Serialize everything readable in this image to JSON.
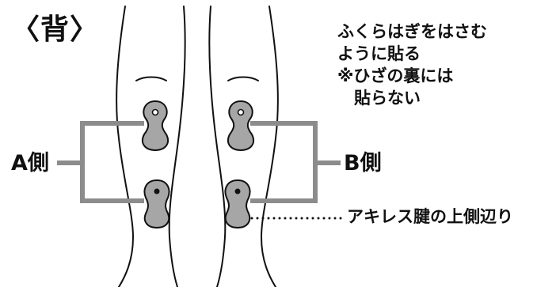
{
  "title": "〈背〉",
  "instructions": [
    "ふくらはぎをはさむ",
    "ように貼る",
    "※ひざの裏には",
    "　貼らない"
  ],
  "labels": {
    "side_a": "A側",
    "side_b": "B側",
    "target": "アキレス腱の上側辺り"
  },
  "colors": {
    "outline": "#111111",
    "pad_fill": "#a6a6a6",
    "bracket": "#8c8c8c",
    "text": "#111111"
  }
}
